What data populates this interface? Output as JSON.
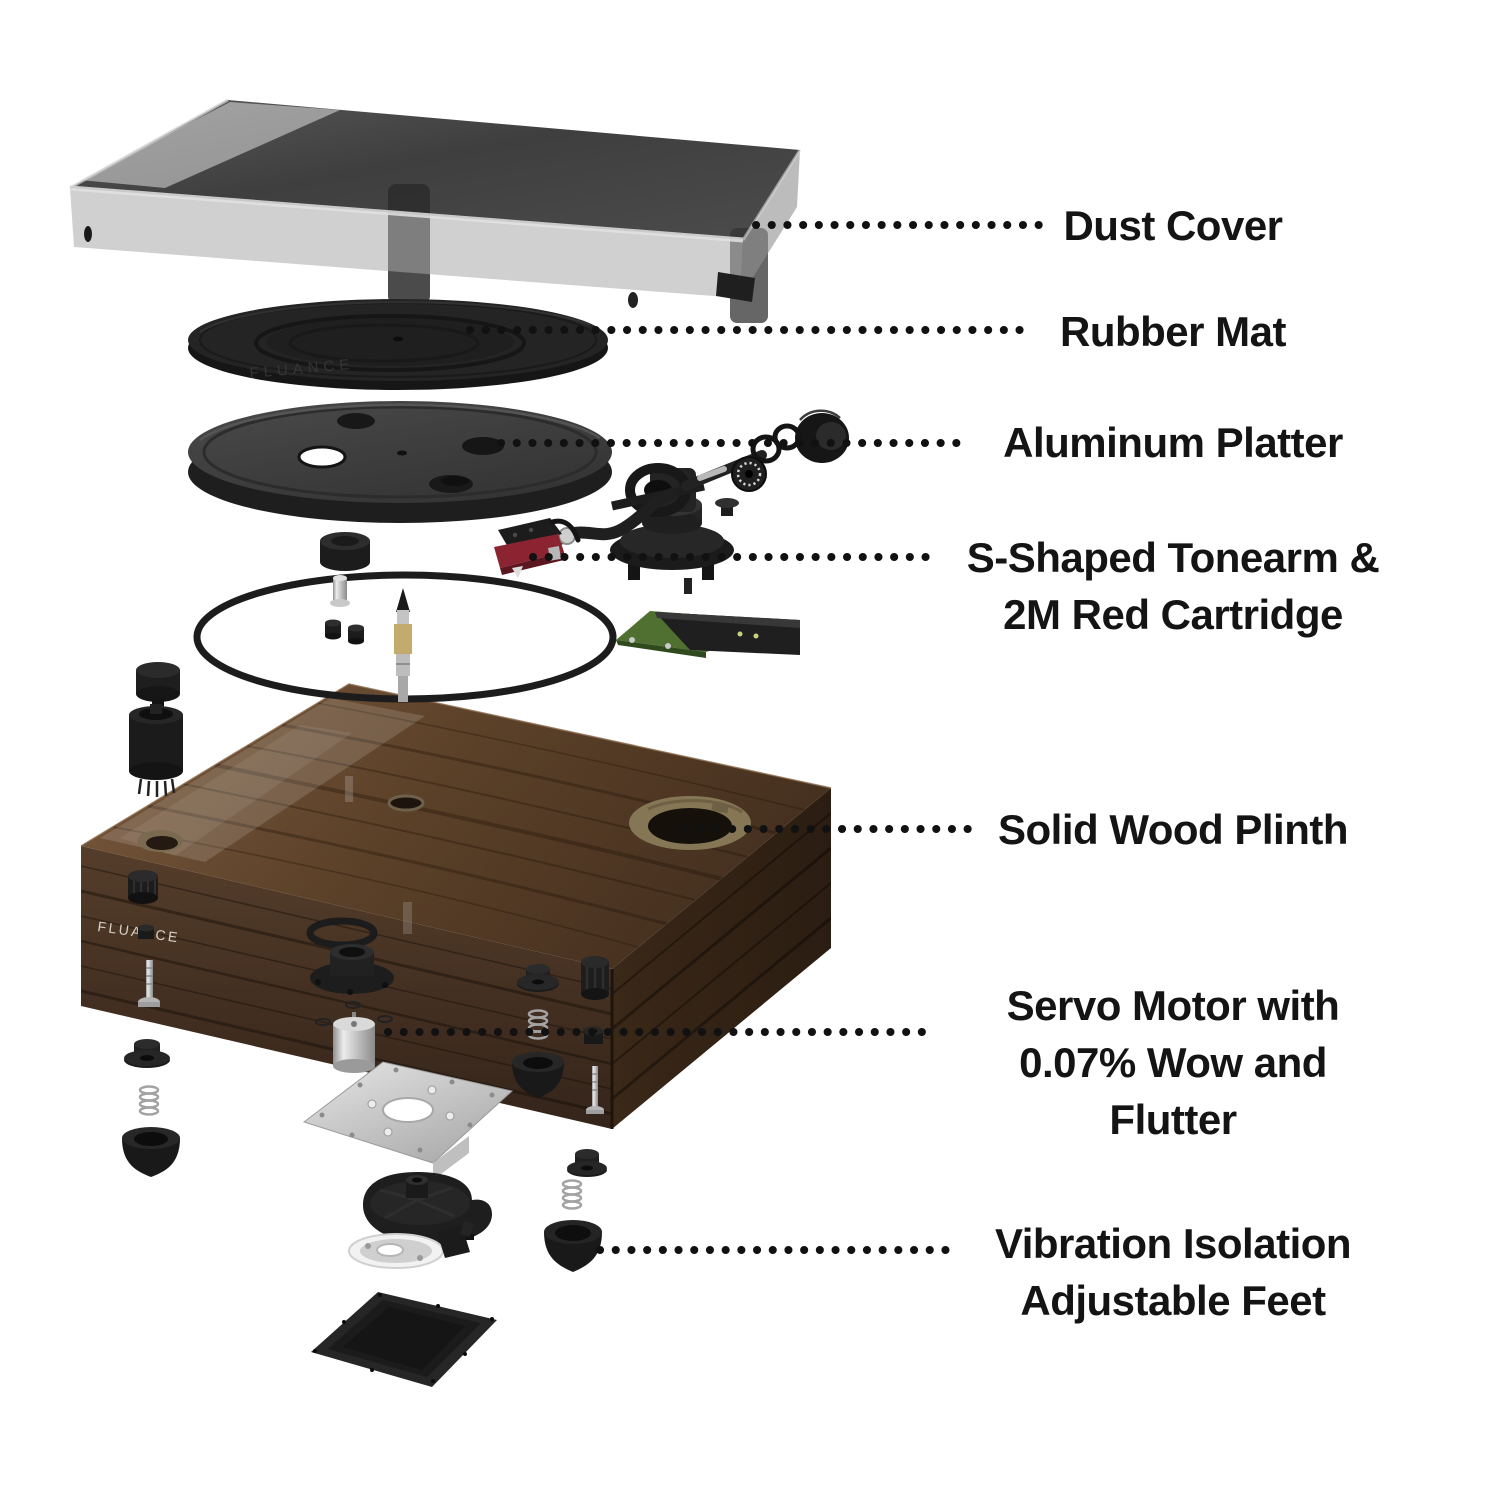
{
  "brand": "FLUANCE",
  "labels": {
    "dust_cover": {
      "line1": "Dust Cover"
    },
    "rubber_mat": {
      "line1": "Rubber Mat"
    },
    "aluminum_platter": {
      "line1": "Aluminum Platter"
    },
    "tonearm": {
      "line1": "S-Shaped Tonearm &",
      "line2": "2M Red Cartridge"
    },
    "plinth": {
      "line1": "Solid Wood Plinth"
    },
    "servo_motor": {
      "line1": "Servo Motor with",
      "line2": "0.07% Wow and",
      "line3": "Flutter"
    },
    "feet": {
      "line1": "Vibration Isolation",
      "line2": "Adjustable Feet"
    }
  },
  "colors": {
    "background": "#ffffff",
    "label_text": "#141414",
    "leader_dots": "#111111",
    "wood_top_light": "#7a5a3e",
    "wood_top_dark": "#46301f",
    "wood_front_light": "#553d2a",
    "wood_front_dark": "#34241a",
    "wood_side": "#2b1d12",
    "cartridge_red": "#8c2330",
    "pcb_green": "#4f7030",
    "brass": "#c3ab6e"
  }
}
